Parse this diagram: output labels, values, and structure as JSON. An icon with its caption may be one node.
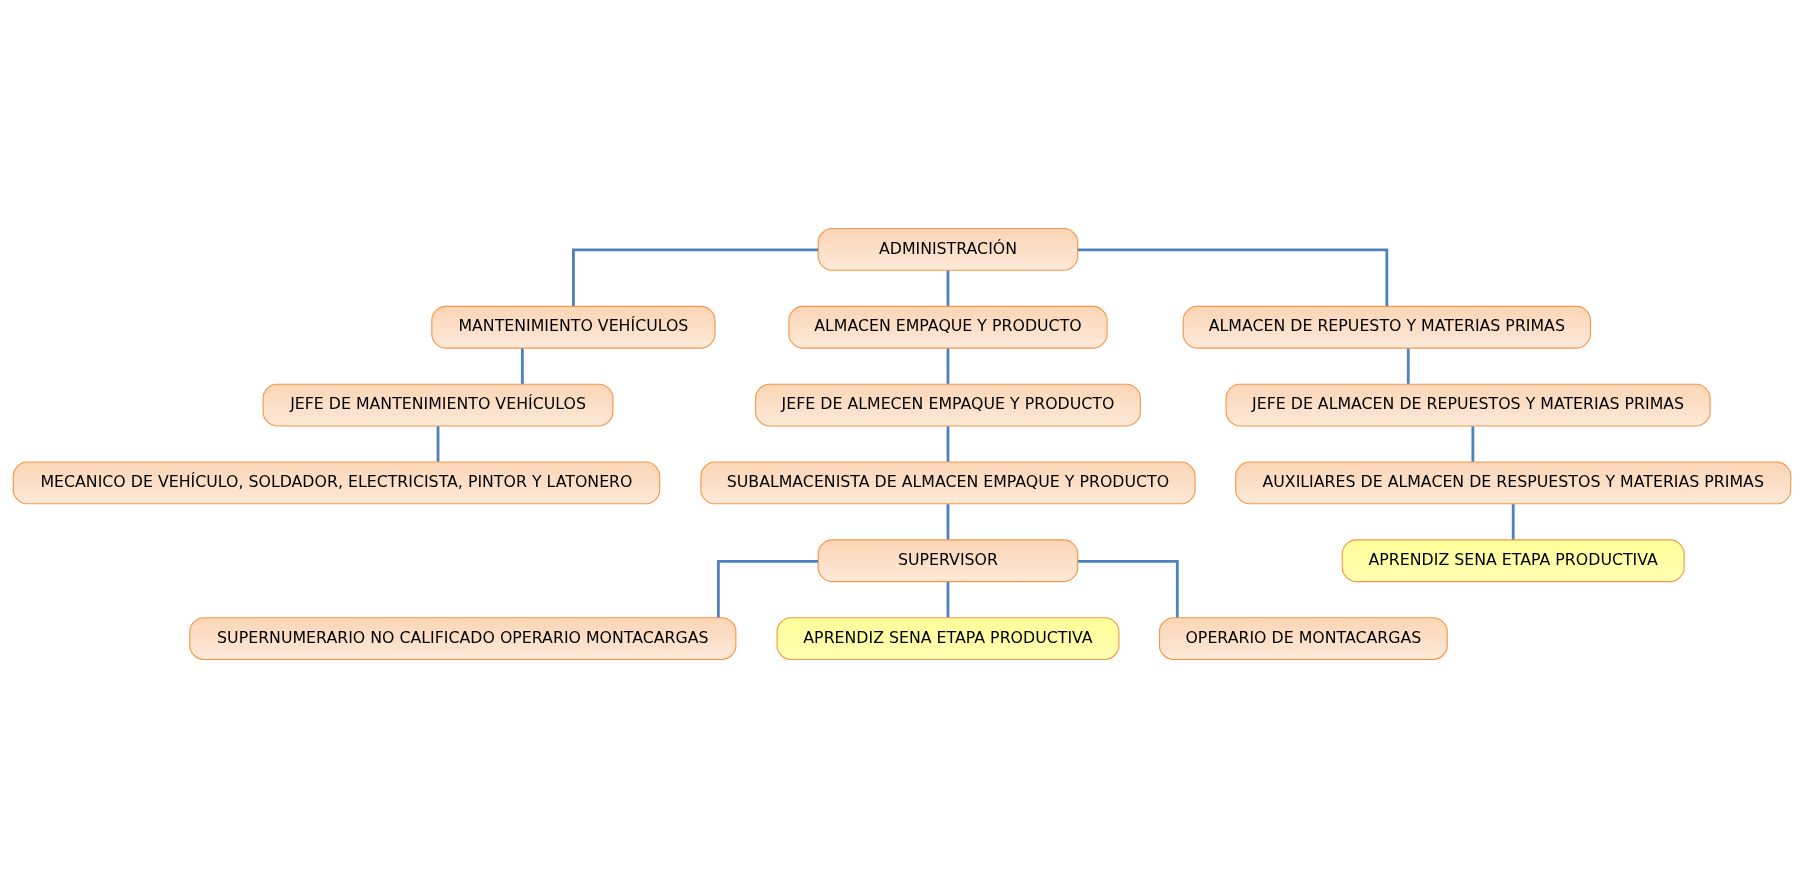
{
  "diagram": {
    "nodes": [
      {
        "text": [
          "ADMINISTRACIÓN"
        ]
      },
      {
        "text": [
          "MANTENIMIENTO VEHÍCULOS"
        ]
      },
      {
        "text": [
          "ALMACEN EMPAQUE Y PRODUCTO"
        ]
      },
      {
        "text": [
          "ALMACEN DE REPUESTO Y MATERIAS PRIMAS"
        ]
      },
      {
        "text": [
          "JEFE DE MANTENIMIENTO VEHÍCULOS"
        ]
      },
      {
        "text": [
          "JEFE DE ALMECEN EMPAQUE Y PRODUCTO"
        ]
      },
      {
        "text": [
          "JEFE DE ALMACEN DE REPUESTOS Y MATERIAS PRIMAS"
        ]
      },
      {
        "text": [
          "MECANICO DE VEHÍCULO, SOLDADOR, ELECTRICISTA, PINTOR Y LATONERO"
        ]
      },
      {
        "text": [
          "SUBALMACENISTA DE ALMACEN EMPAQUE Y PRODUCTO"
        ]
      },
      {
        "text": [
          "AUXILIARES DE ALMACEN DE RESPUESTOS Y MATERIAS PRIMAS"
        ]
      },
      {
        "text": [
          "SUPERVISOR"
        ]
      },
      {
        "text": [
          "APRENDIZ SENA ETAPA PRODUCTIVA"
        ]
      },
      {
        "text": [
          "SUPERNUMERARIO NO CALIFICADO OPERARIO MONTACARGAS"
        ]
      },
      {
        "text": [
          "APRENDIZ SENA ETAPA PRODUCTIVA"
        ]
      },
      {
        "text": [
          "OPERARIO DE MONTACARGAS"
        ]
      }
    ],
    "edges": [
      {
        "from": 0,
        "to": 1,
        "arrow": "none"
      },
      {
        "from": 0,
        "to": 2,
        "arrow": "none"
      },
      {
        "from": 0,
        "to": 3,
        "arrow": "none"
      },
      {
        "from": 1,
        "to": 4,
        "arrow": "none"
      },
      {
        "from": 4,
        "to": 7,
        "arrow": "none"
      },
      {
        "from": 2,
        "to": 5,
        "arrow": "none"
      },
      {
        "from": 5,
        "to": 8,
        "arrow": "none"
      },
      {
        "from": 8,
        "to": 10,
        "arrow": "none"
      },
      {
        "from": 10,
        "to": 12,
        "arrow": "none"
      },
      {
        "from": 10,
        "to": 13,
        "arrow": "none"
      },
      {
        "from": 10,
        "to": 14,
        "arrow": "none"
      },
      {
        "from": 3,
        "to": 6,
        "arrow": "none"
      },
      {
        "from": 6,
        "to": 9,
        "arrow": "none"
      },
      {
        "from": 9,
        "to": 11,
        "arrow": "none"
      }
    ]
  }
}
